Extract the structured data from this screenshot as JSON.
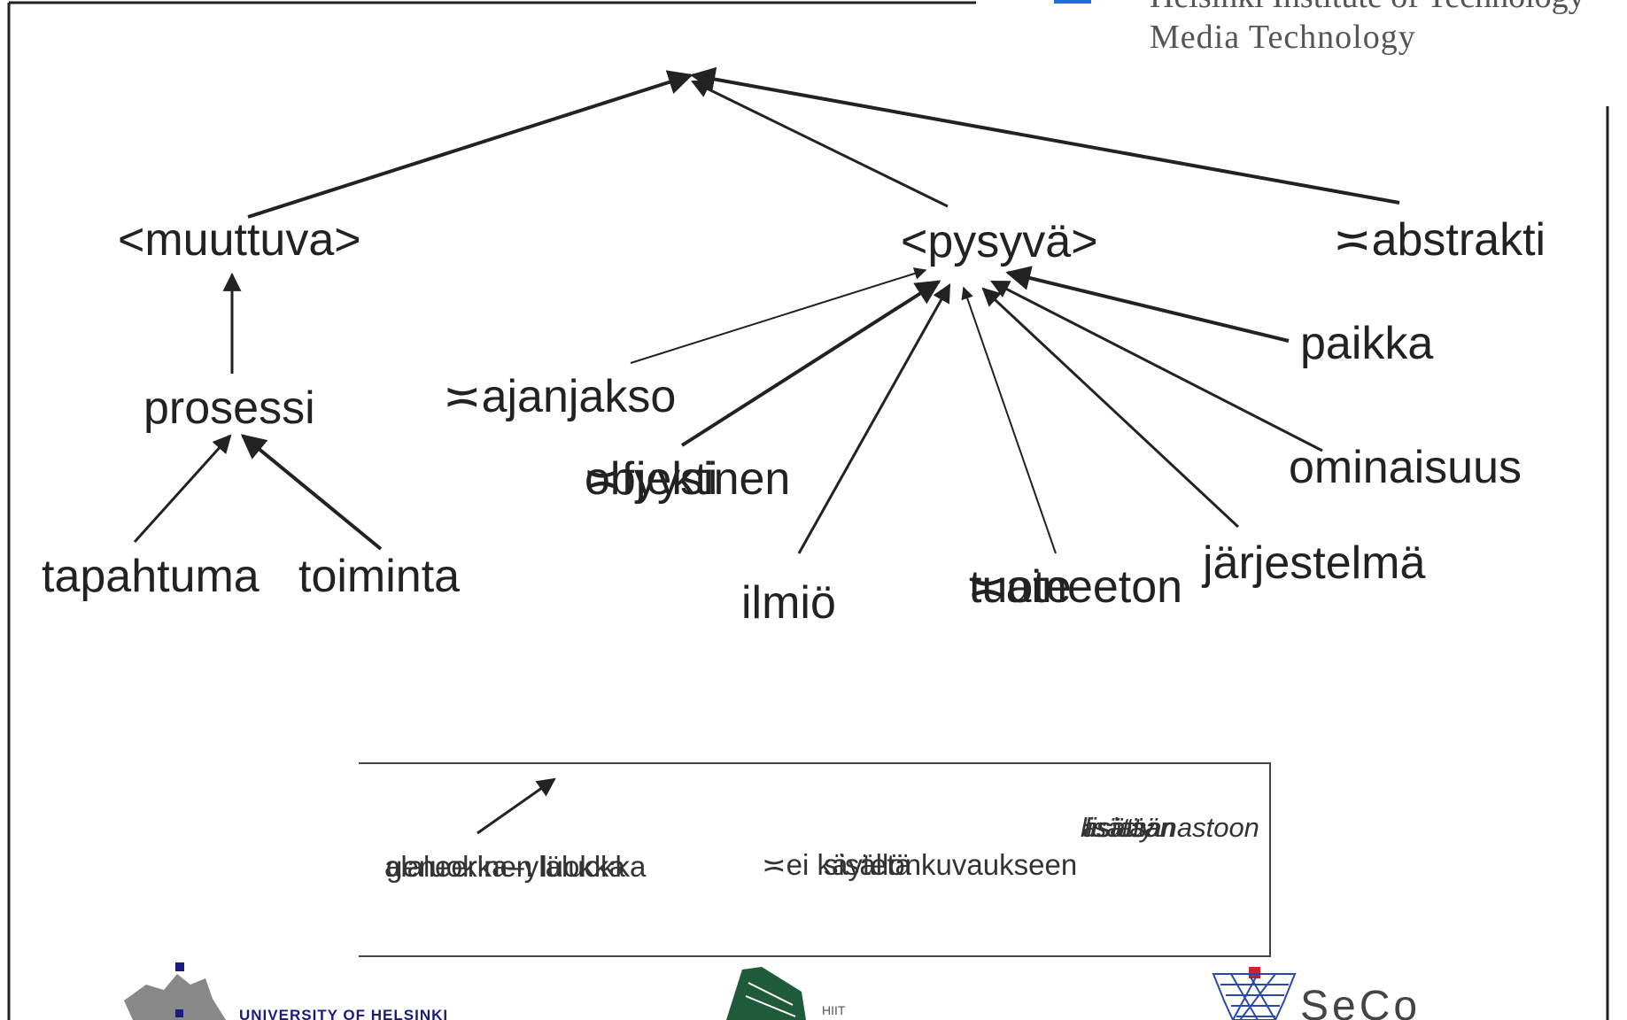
{
  "header": {
    "cut_off_text": "Helsinki Institute of Technology",
    "subtitle": "Media Technology"
  },
  "diagram": {
    "nodes": {
      "muuttuva": "<muuttuva>",
      "pysyva": "<pysyvä>",
      "abstrakti": "≍abstrakti",
      "prosessi": "prosessi",
      "tapahtuma": "tapahtuma",
      "toiminta": "toiminta",
      "ajanjakso": "≍ajanjakso",
      "fyysinen_overlap_a": "≍fyysinen",
      "fyysinen_overlap_b": "objekti",
      "ilmio": "ilmiö",
      "aineeton_overlap_a": "≍aineeton",
      "aineeton_overlap_b": "tuote",
      "jarjestelma": "järjestelmä",
      "ominaisuus": "ominaisuus",
      "paikka": "paikka"
    }
  },
  "legend": {
    "arrow_label_a": "alaluokka–yläluokka",
    "arrow_label_b": "geneerinen luokka",
    "not_for_use_a": "≍ei käytetä",
    "not_for_use_b": "sisällönkuvaukseen",
    "italic_a": "lisätään",
    "italic_b": "asiasanastoon",
    "italic_c": "lisätty"
  },
  "footer": {
    "uh_text": "UNIVERSITY OF HELSINKI",
    "middle_text": "HIIT",
    "seco_text": "SeCo"
  },
  "colors": {
    "ink": "#222222",
    "uh_blue": "#1b1b7a",
    "hiit_green": "#1f5a3a",
    "seco_red": "#cc2233",
    "seco_blue": "#2b4aa8",
    "header_square": "#1e6fd9"
  }
}
